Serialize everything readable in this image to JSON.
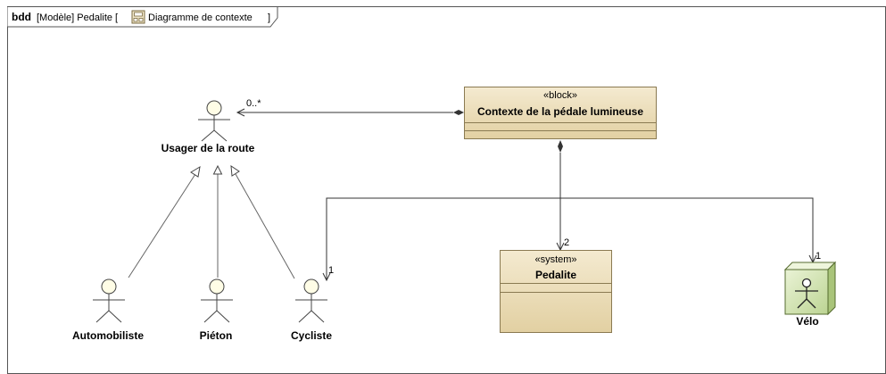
{
  "frame": {
    "kind": "bdd",
    "label": "[Modèle] Pedalite [",
    "diagram_name": "Diagramme de contexte",
    "close": "]"
  },
  "actors": {
    "usager": "Usager de la route",
    "automobiliste": "Automobiliste",
    "pieton": "Piéton",
    "cycliste": "Cycliste"
  },
  "blocks": {
    "contexte": {
      "stereotype": "«block»",
      "name": "Contexte de la pédale lumineuse"
    },
    "pedalite": {
      "stereotype": "«system»",
      "name": "Pedalite"
    },
    "velo": {
      "name": "Vélo"
    }
  },
  "multiplicities": {
    "usager": "0..*",
    "pedalite": "2",
    "cycliste": "1",
    "velo": "1"
  },
  "colors": {
    "block_fill_top": "#f4ead0",
    "block_fill_bottom": "#e2d0a2",
    "block_border": "#8a7a52",
    "actor_head": "#fffde6",
    "velo_box": "#d6e7b4"
  }
}
